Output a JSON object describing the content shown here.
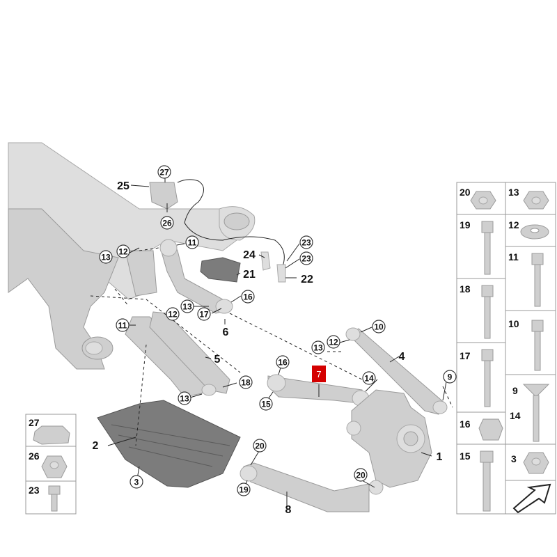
{
  "highlight_color": "#d40000",
  "callouts": {
    "c1": "1",
    "c2": "2",
    "c3": "3",
    "c4": "4",
    "c5": "5",
    "c6": "6",
    "c7": "7",
    "c8": "8",
    "c9": "9",
    "c10": "10",
    "c11a": "11",
    "c11b": "11",
    "c12a": "12",
    "c12b": "12",
    "c12c": "12",
    "c13a": "13",
    "c13b": "13",
    "c13c": "13",
    "c13d": "13",
    "c14": "14",
    "c15": "15",
    "c16a": "16",
    "c16b": "16",
    "c17": "17",
    "c18": "18",
    "c19": "19",
    "c20a": "20",
    "c20b": "20",
    "c21": "21",
    "c22": "22",
    "c23a": "23",
    "c23b": "23",
    "c24": "24",
    "c25": "25",
    "c26": "26",
    "c27": "27"
  },
  "right_panel": {
    "r20": "20",
    "r13": "13",
    "r19": "19",
    "r12": "12",
    "r11": "11",
    "r18": "18",
    "r10": "10",
    "r17": "17",
    "r9": "9",
    "r14": "14",
    "r16": "16",
    "r15": "15",
    "r3": "3"
  },
  "left_panel": {
    "l27": "27",
    "l26": "26",
    "l23": "23"
  }
}
